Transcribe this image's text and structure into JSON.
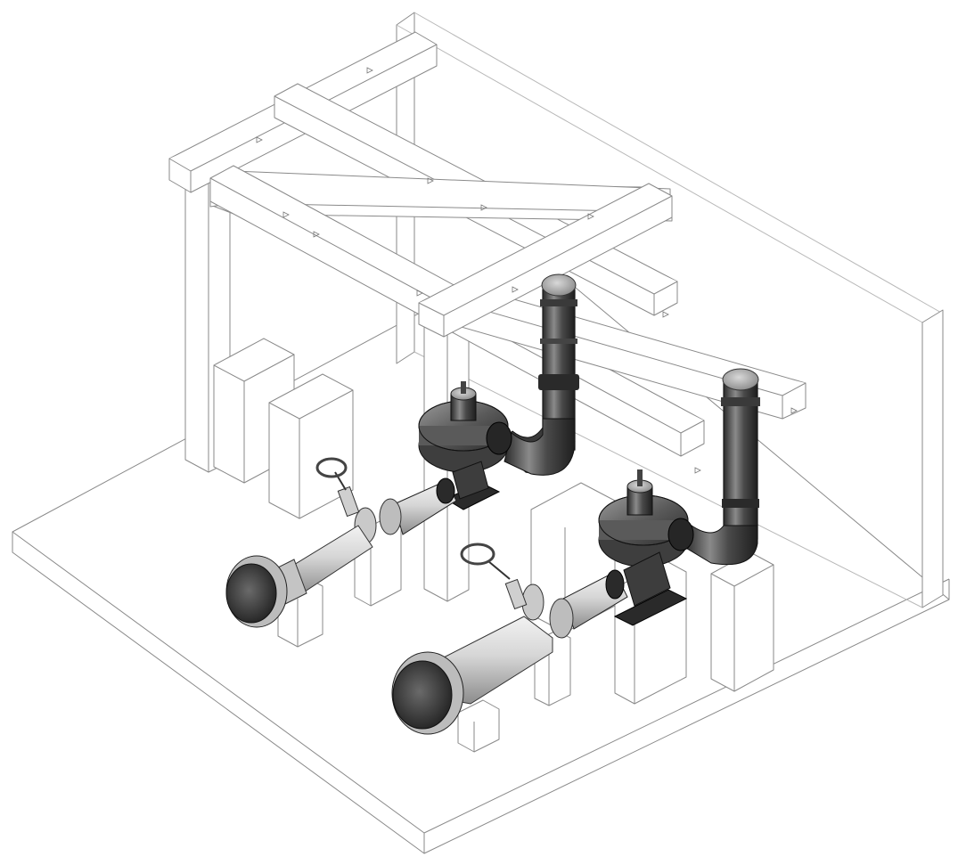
{
  "scene": {
    "view": "isometric",
    "style": "hidden-line structure with shaded equipment",
    "components": {
      "structure": [
        "floor-slab",
        "back-wall",
        "right-wall",
        "main-beam-front",
        "main-beam-back",
        "cross-beam-left",
        "cross-beam-right",
        "columns",
        "plinths"
      ],
      "pump_units": 2,
      "per_unit": [
        "centrifugal-pump-casing",
        "motor-stub",
        "pump-base",
        "discharge-elbow",
        "discharge-riser",
        "flange",
        "inlet-reducer",
        "gate-valve",
        "handwheel",
        "suction-bell"
      ]
    },
    "colors": {
      "background": "#ffffff",
      "structure_line": "#8a8a8a",
      "equipment_dark": "#3a3a3a",
      "equipment_light": "#d0d0d0"
    }
  }
}
